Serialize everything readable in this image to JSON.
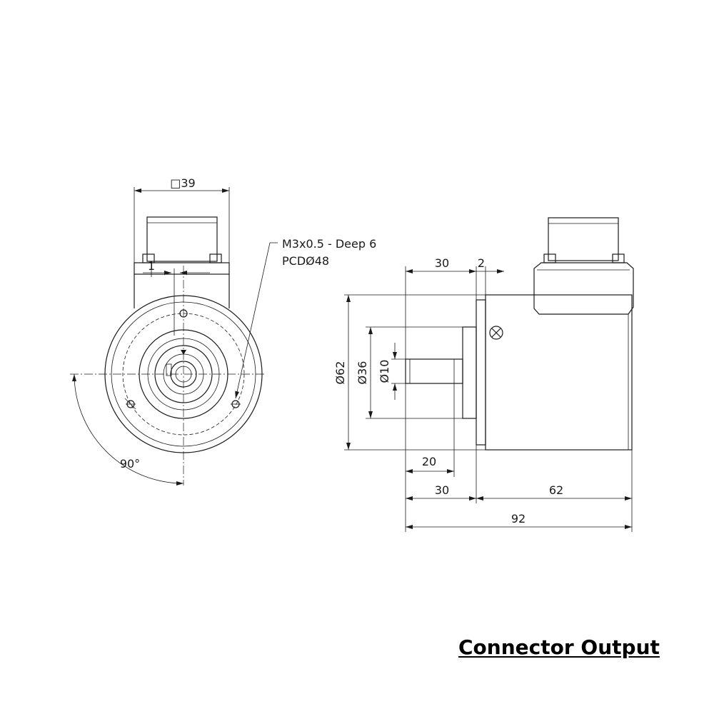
{
  "caption": "Connector Output",
  "front_view": {
    "square_dim": "□39",
    "offset_dim": "1",
    "thread_note": "M3x0.5 - Deep 6",
    "pcd_note": "PCDØ48",
    "angle_dim": "90°"
  },
  "side_view": {
    "dim_flange_len": "30",
    "dim_flange_thk": "2",
    "dim_dia_body": "Ø62",
    "dim_dia_pilot": "Ø36",
    "dim_dia_shaft": "Ø10",
    "dim_shaft_len": "20",
    "dim_front_len": "30",
    "dim_body_len": "62",
    "dim_total_len": "92"
  }
}
